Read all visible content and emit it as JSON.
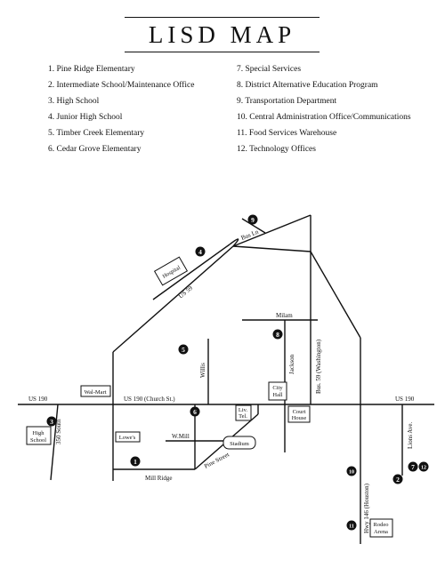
{
  "title": "LISD MAP",
  "legend": {
    "left": [
      "1. Pine Ridge Elementary",
      "2. Intermediate School/Maintenance Office",
      "3. High School",
      "4. Junior High School",
      "5. Timber Creek Elementary",
      "6. Cedar Grove Elementary"
    ],
    "right": [
      "7. Special Services",
      "8. District Alternative Education Program",
      "9. Transportation Department",
      "10. Central Administration Office/Communications",
      "11. Food Services Warehouse",
      "12. Technology Offices"
    ]
  },
  "map": {
    "streets": {
      "us190_left": "US 190",
      "us190_center": "US 190 (Church St.)",
      "us190_right": "US 190",
      "us59": "US 59",
      "bus_ln": "Bus Ln",
      "south_350": "350 South",
      "willis": "Willis",
      "jackson": "Jackson",
      "bus59": "Bus. 59 (Washington)",
      "milam": "Milam",
      "w_mill": "W.Mill",
      "mill_ridge": "Mill Ridge",
      "pine_street": "Pine Street",
      "hwy146": "Hwy 146 (Houston)",
      "lions_ave": "Lions Ave."
    },
    "landmarks": {
      "hospital": "Hospital",
      "walmart": "Wal-Mart",
      "high_school_line1": "High",
      "high_school_line2": "School",
      "lowes": "Lowe's",
      "stadium": "Stadium",
      "liv_line1": "Liv.",
      "liv_line2": "Tel.",
      "city_hall_line1": "City",
      "city_hall_line2": "Hall",
      "court_house_line1": "Court",
      "court_house_line2": "House",
      "rodeo_line1": "Rodeo",
      "rodeo_line2": "Arena"
    },
    "markers": [
      "1",
      "2",
      "3",
      "4",
      "5",
      "6",
      "7",
      "8",
      "9",
      "10",
      "11",
      "12"
    ]
  }
}
